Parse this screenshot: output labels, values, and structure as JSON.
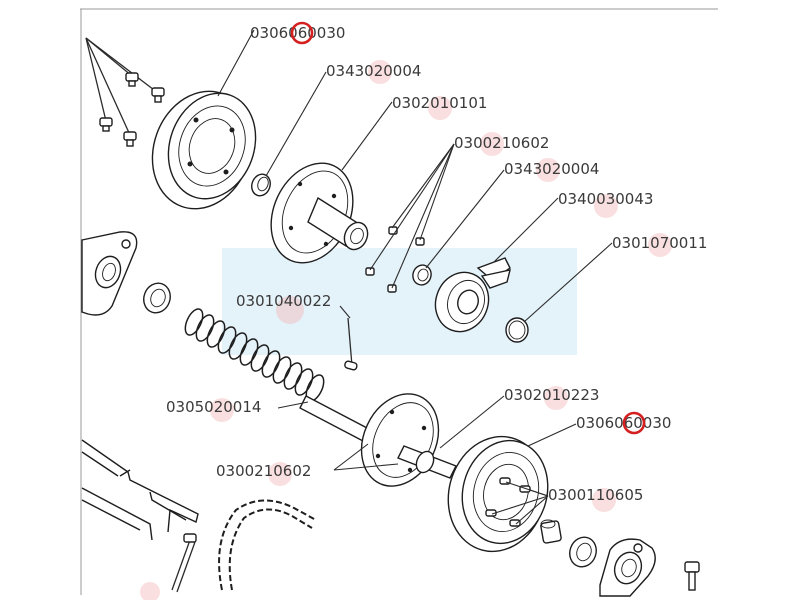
{
  "labels": {
    "l1": "0306060030",
    "l2": "0343020004",
    "l3": "0302010101",
    "l4": "0300210602",
    "l5": "0343020004",
    "l6": "0340030043",
    "l7": "0301070011",
    "l8": "0301040022",
    "l9": "0305020014",
    "l10": "0302010223",
    "l11": "0306060030",
    "l12": "0300210602",
    "l13": "0300110605"
  },
  "colors": {
    "highlight": "#d42020",
    "watermark": "#dbeef8",
    "reference_dot": "#f2b8b8"
  }
}
